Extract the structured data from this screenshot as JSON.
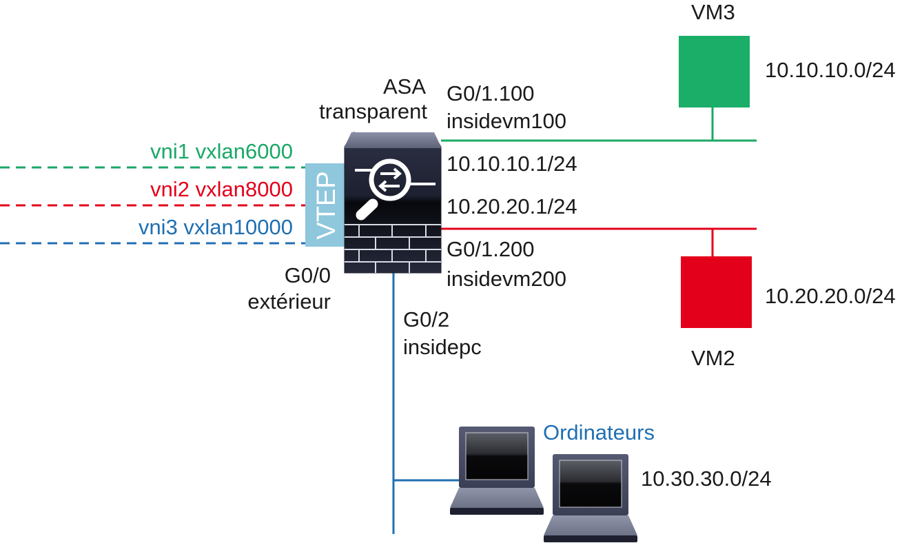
{
  "colors": {
    "green": "#1aa866",
    "red": "#e3001b",
    "blue": "#1f6fb2",
    "vtep": "#8fc7dd",
    "text": "#1a1a1a"
  },
  "device": {
    "name": "ASA",
    "mode": "transparent",
    "vtep_label": "VTEP",
    "outside_interface": "G0/0",
    "outside_name": "extérieur"
  },
  "vxlans": [
    {
      "label": "vni1 vxlan6000",
      "color": "green"
    },
    {
      "label": "vni2 vxlan8000",
      "color": "red"
    },
    {
      "label": "vni3 vxlan10000",
      "color": "blue"
    }
  ],
  "subinterfaces": [
    {
      "interface": "G0/1.100",
      "name": "insidevm100",
      "ip": "10.10.10.1/24",
      "vm": "VM3",
      "subnet": "10.10.10.0/24",
      "color": "green"
    },
    {
      "interface": "G0/1.200",
      "name": "insidevm200",
      "ip": "10.20.20.1/24",
      "vm": "VM2",
      "subnet": "10.20.20.0/24",
      "color": "red"
    }
  ],
  "pc_segment": {
    "interface": "G0/2",
    "name": "insidepc",
    "group_label": "Ordinateurs",
    "subnet": "10.30.30.0/24",
    "color": "blue"
  }
}
